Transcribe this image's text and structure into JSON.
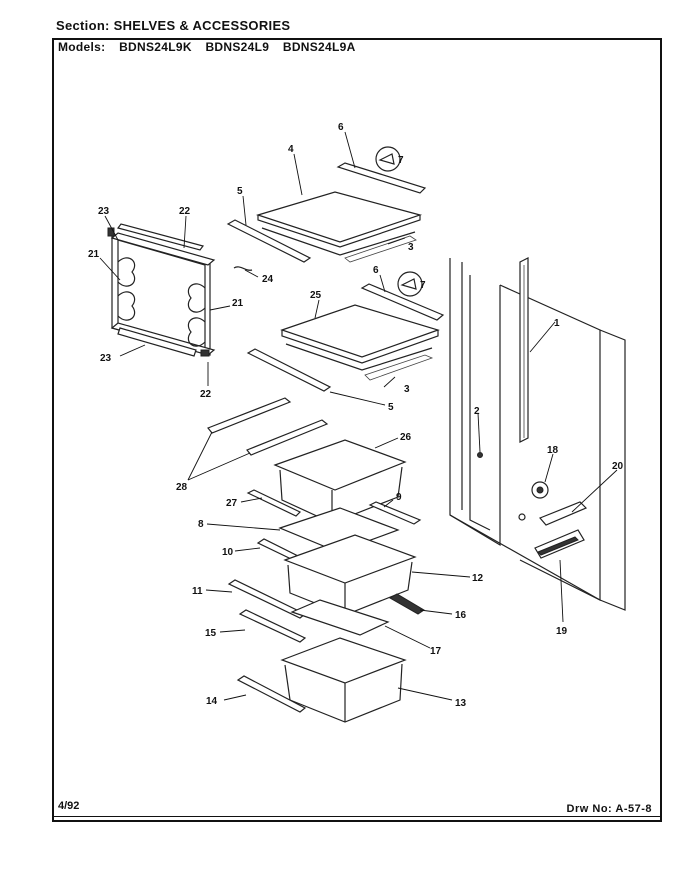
{
  "header": {
    "section_label": "Section:",
    "section_value": "SHELVES & ACCESSORIES",
    "models_label": "Models:",
    "models": [
      "BDNS24L9K",
      "BDNS24L9",
      "BDNS24L9A"
    ]
  },
  "footer": {
    "date": "4/92",
    "drawing_label": "Drw No:",
    "drawing_number": "A-57-8"
  },
  "callouts": {
    "p1": "1",
    "p2": "2",
    "p3a": "3",
    "p3b": "3",
    "p4": "4",
    "p5a": "5",
    "p5b": "5",
    "p6a": "6",
    "p6b": "6",
    "p7a": "7",
    "p7b": "7",
    "p8": "8",
    "p9": "9",
    "p10": "10",
    "p11": "11",
    "p12": "12",
    "p13": "13",
    "p14": "14",
    "p15": "15",
    "p16": "16",
    "p17": "17",
    "p18": "18",
    "p19": "19",
    "p20": "20",
    "p21a": "21",
    "p21b": "21",
    "p22a": "22",
    "p22b": "22",
    "p23a": "23",
    "p23b": "23",
    "p24": "24",
    "p25": "25",
    "p26": "26",
    "p27": "27",
    "p28": "28"
  }
}
